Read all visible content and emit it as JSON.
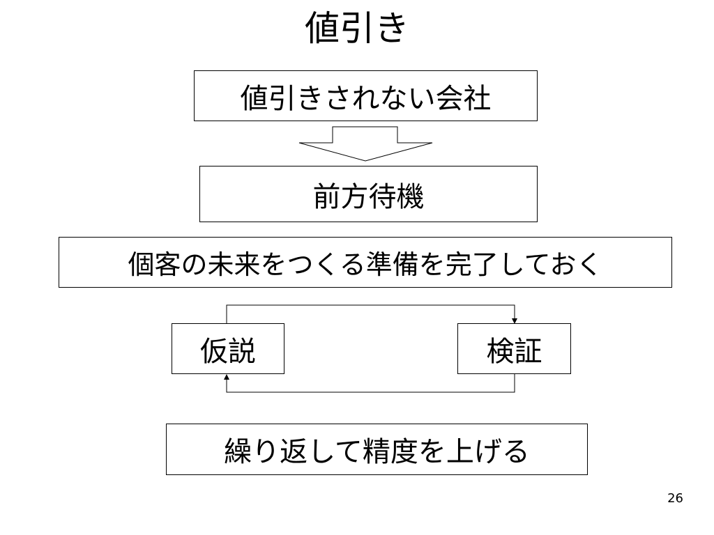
{
  "title": "値引き",
  "boxes": {
    "no_discount_company": "値引きされない会社",
    "front_standby": "前方待機",
    "prepare_future": "個客の未来をつくる準備を完了しておく",
    "hypothesis": "仮説",
    "verification": "検証",
    "repeat_precision": "繰り返して精度を上げる"
  },
  "page_number": "26"
}
